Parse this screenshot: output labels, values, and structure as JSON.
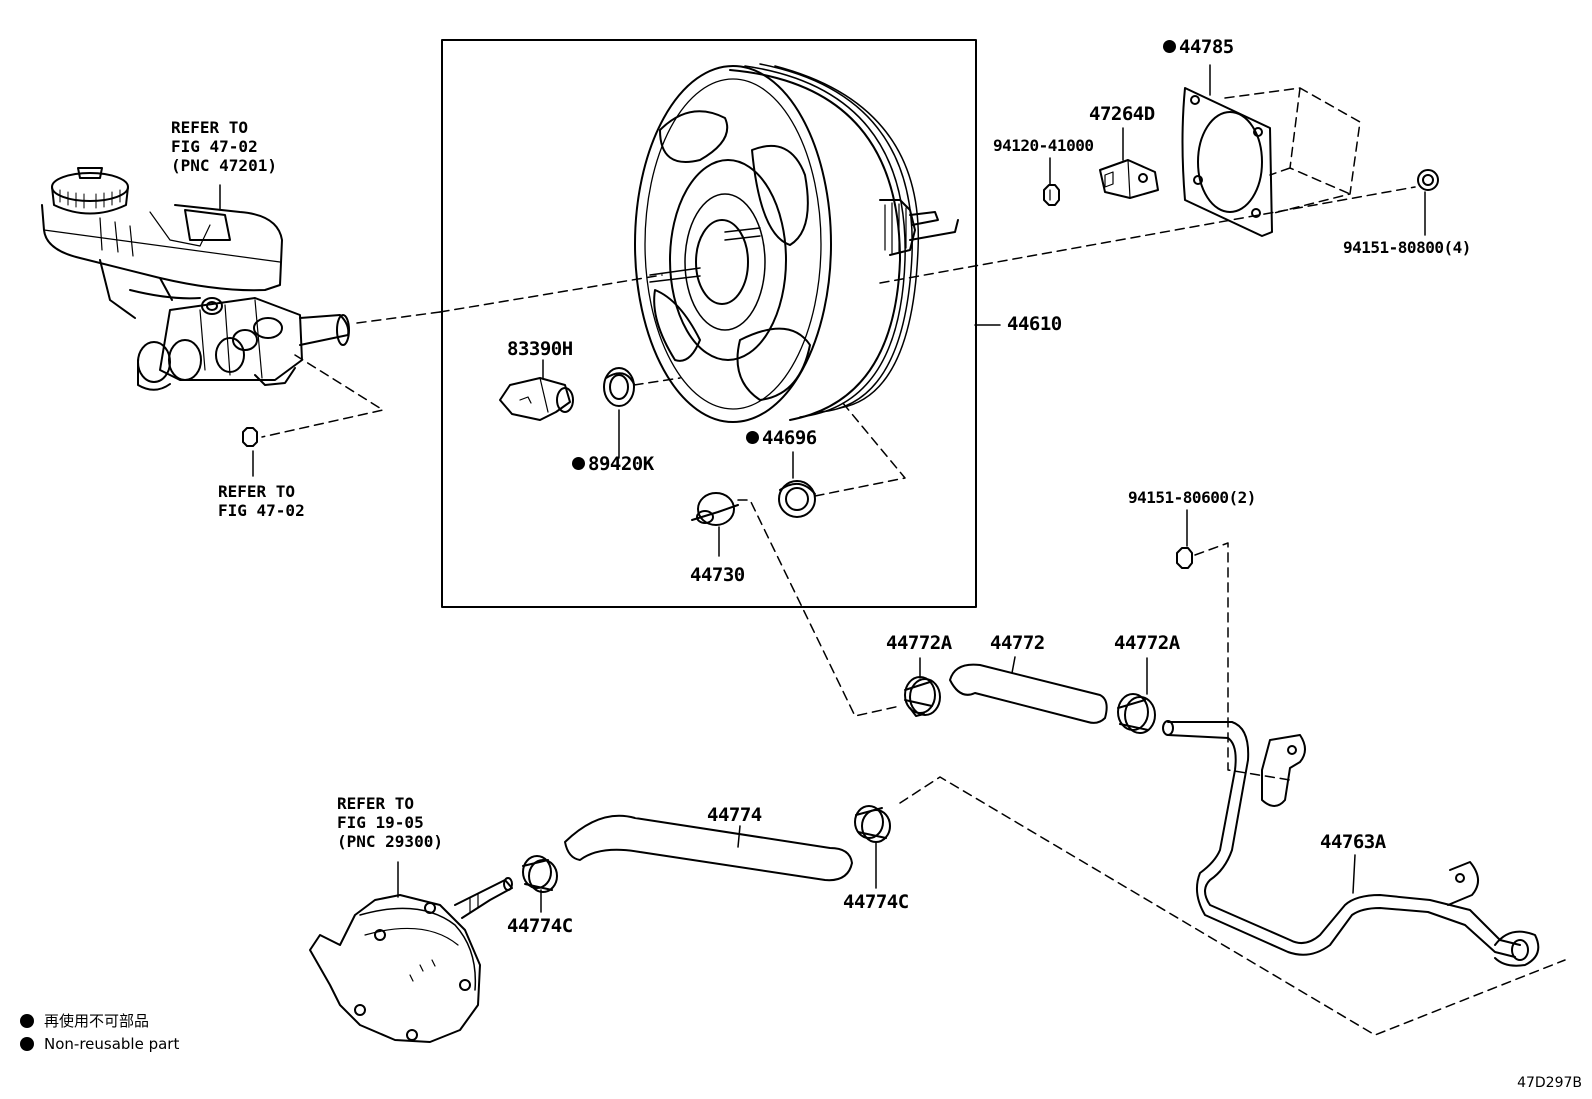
{
  "parts": {
    "p44785": "44785",
    "p47264D": "47264D",
    "p94120": "94120-41000",
    "p94151_800": "94151-80800(4)",
    "p44610": "44610",
    "p83390H": "83390H",
    "p89420K": "89420K",
    "p44696": "44696",
    "p44730": "44730",
    "p94151_600": "94151-80600(2)",
    "p44772A_left": "44772A",
    "p44772": "44772",
    "p44772A_right": "44772A",
    "p44763A": "44763A",
    "p44774": "44774",
    "p44774C_left": "44774C",
    "p44774C_right": "44774C"
  },
  "refs": {
    "ref_master": [
      "REFER TO",
      "FIG 47-02",
      "(PNC 47201)"
    ],
    "ref_bracket": [
      "REFER TO",
      "FIG 47-02"
    ],
    "ref_pump": [
      "REFER TO",
      "FIG 19-05",
      "(PNC 29300)"
    ]
  },
  "legend": {
    "line1": "再使用不可部品",
    "line2": "Non-reusable part"
  },
  "diagram_code": "47D297B"
}
